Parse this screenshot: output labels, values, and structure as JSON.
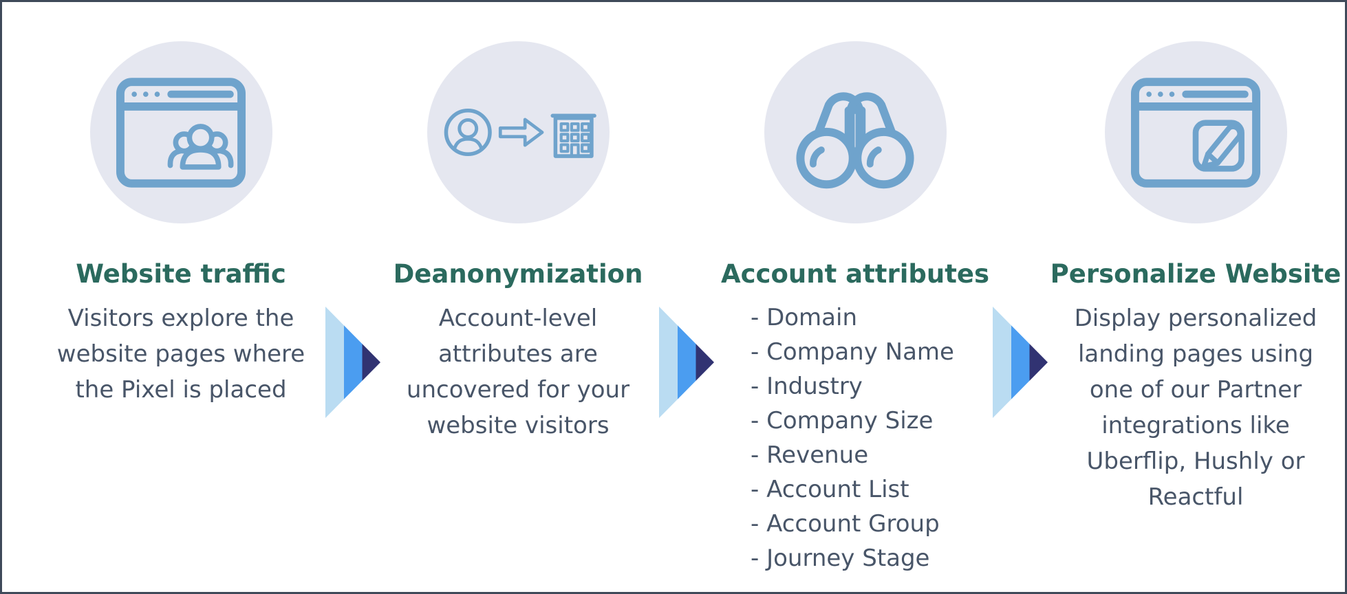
{
  "list_bullet": "-",
  "colors": {
    "heading": "#2b6a5e",
    "body_text": "#485568",
    "icon_stroke": "#6fa3cc",
    "icon_circle_bg": "#e5e7f0",
    "arrow_light": "#badcf2",
    "arrow_medium": "#4b9df0",
    "arrow_dark": "#313372",
    "border": "#3f4a5a",
    "page_bg": "#ffffff"
  },
  "steps": [
    {
      "icon": "browser-visitors-icon",
      "title": "Website traffic",
      "description": "Visitors explore the website pages where the Pixel is placed"
    },
    {
      "icon": "person-to-company-icon",
      "title": "Deanonymization",
      "description": "Account-level attributes are uncovered for your website visitors"
    },
    {
      "icon": "binoculars-icon",
      "title": "Account attributes",
      "items": [
        "Domain",
        "Company Name",
        "Industry",
        "Company Size",
        "Revenue",
        "Account List",
        "Account Group",
        "Journey Stage"
      ]
    },
    {
      "icon": "browser-personalize-icon",
      "title": "Personalize Website",
      "description": "Display personalized landing pages using one of our Partner integrations like Uberflip, Hushly or Reactful"
    }
  ]
}
